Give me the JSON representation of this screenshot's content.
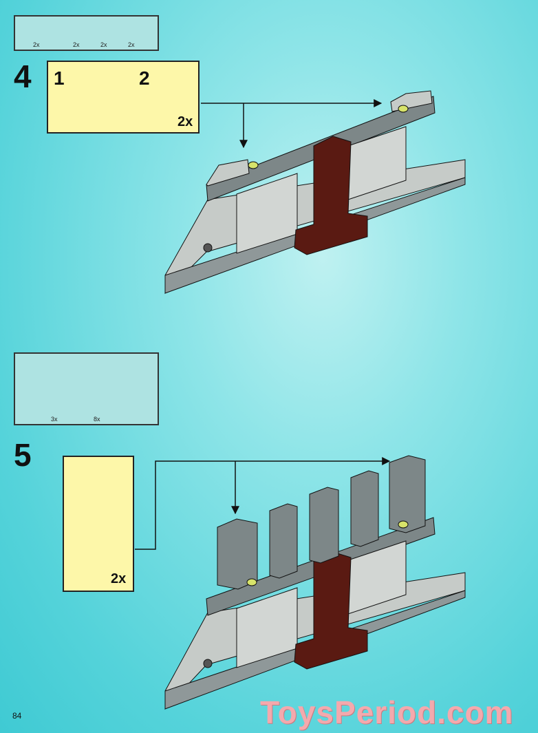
{
  "page_number": "84",
  "watermark": "ToysPeriod.com",
  "step4": {
    "number": "4",
    "parts": [
      "2x",
      "2x",
      "2x",
      "2x"
    ],
    "substep1": "1",
    "substep2": "2",
    "multiplier": "2x"
  },
  "step5": {
    "number": "5",
    "parts": [
      "3x",
      "8x"
    ],
    "multiplier": "2x"
  },
  "colors": {
    "background": "#55d3da",
    "parts_box": "#aee3e2",
    "callout_box": "#fdf7a9",
    "brick_gray": "#7d8788",
    "light_gray": "#c6cbc8",
    "dark_red": "#5a1a12",
    "lime": "#d7e36a",
    "arrow_red": "#d9262a"
  }
}
